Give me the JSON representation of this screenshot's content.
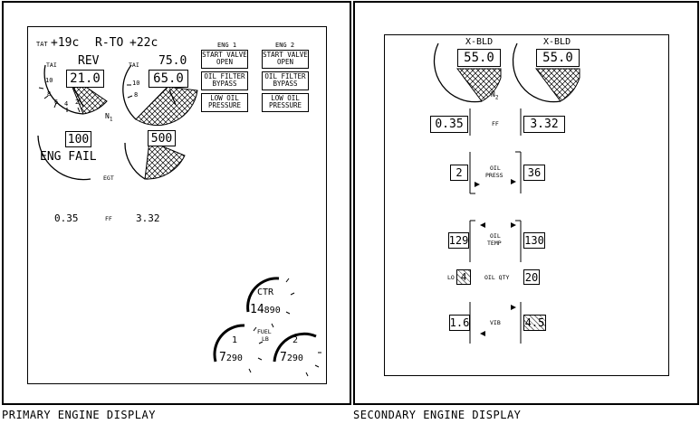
{
  "primary": {
    "caption": "PRIMARY ENGINE DISPLAY",
    "tat_label": "TAT",
    "tat_value": "+19c",
    "thrust_mode": "R-TO",
    "thrust_temp": "+22c",
    "n1": {
      "label": "N",
      "sub": "1",
      "left": {
        "tai": "TAI",
        "mode": "REV",
        "value": "21.0",
        "scale": [
          "10",
          "8",
          "6",
          "4",
          "2"
        ]
      },
      "right": {
        "tai": "TAI",
        "target": "75.0",
        "value": "65.0",
        "scale": [
          "10",
          "8"
        ]
      }
    },
    "egt": {
      "label": "EGT",
      "left_value": "100",
      "left_warning": "ENG FAIL",
      "right_value": "500"
    },
    "ff": {
      "label": "FF",
      "left": "0.35",
      "right": "3.32"
    },
    "messages": {
      "eng1_header": "ENG 1",
      "eng2_header": "ENG 2",
      "eng1": [
        [
          "START VALVE",
          "OPEN"
        ],
        [
          "OIL FILTER",
          "BYPASS"
        ],
        [
          "LOW OIL",
          "PRESSURE"
        ]
      ],
      "eng2": [
        [
          "START VALVE",
          "OPEN"
        ],
        [
          "OIL FILTER",
          "BYPASS"
        ],
        [
          "LOW OIL",
          "PRESSURE"
        ]
      ]
    },
    "fuel": {
      "ctr_label": "CTR",
      "ctr_big": "14",
      "ctr_small": "890",
      "fuel_label": "FUEL",
      "unit_label": "LB",
      "t1_label": "1",
      "t1_big": "7",
      "t1_small": "290",
      "t2_label": "2",
      "t2_big": "7",
      "t2_small": "290"
    }
  },
  "secondary": {
    "caption": "SECONDARY ENGINE DISPLAY",
    "n2": {
      "label": "N",
      "sub": "2",
      "left": {
        "bleed": "X-BLD",
        "value": "55.0"
      },
      "right": {
        "bleed": "X-BLD",
        "value": "55.0"
      }
    },
    "ff": {
      "label": "FF",
      "left": "0.35",
      "right": "3.32"
    },
    "oil_press": {
      "label1": "OIL",
      "label2": "PRESS",
      "left": "2",
      "right": "36"
    },
    "oil_temp": {
      "label1": "OIL",
      "label2": "TEMP",
      "left": "129",
      "right": "130"
    },
    "oil_qty": {
      "lo_label": "LO",
      "left": "4",
      "label": "OIL QTY",
      "right": "20"
    },
    "vib": {
      "label": "VIB",
      "left": "1.6",
      "right": "4.5"
    }
  }
}
